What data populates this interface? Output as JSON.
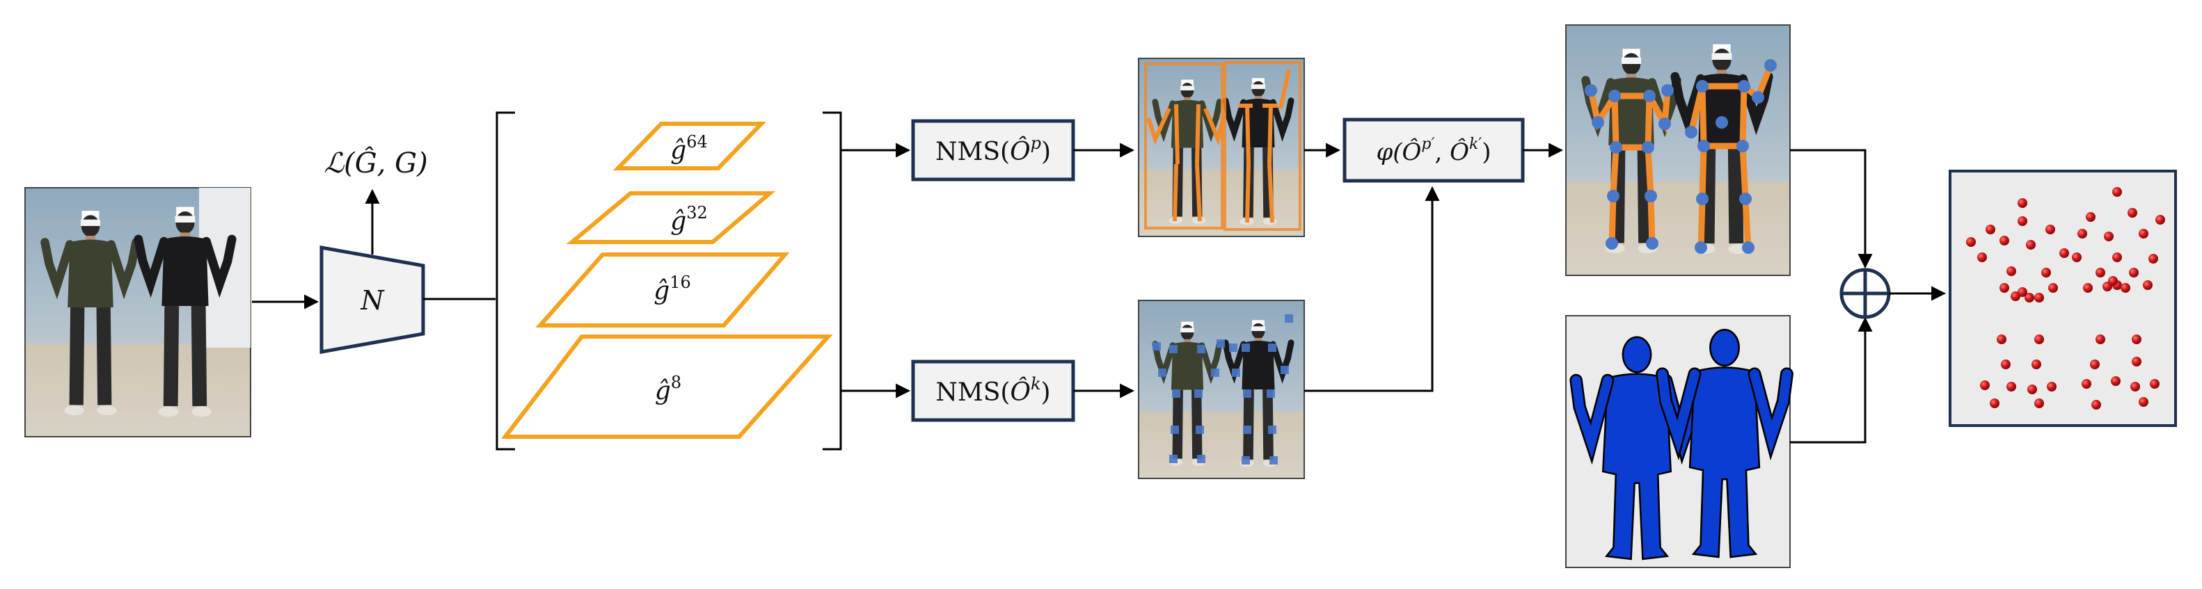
{
  "labels": {
    "loss": "ℒ(Ĝ, G)",
    "network": "N",
    "heatmaps": [
      {
        "base": "ĝ",
        "sup": "64"
      },
      {
        "base": "ĝ",
        "sup": "32"
      },
      {
        "base": "ĝ",
        "sup": "16"
      },
      {
        "base": "ĝ",
        "sup": "8"
      }
    ],
    "nms_parts": {
      "prefix": "NMS(",
      "symbol": "Ô",
      "sup": "p",
      "suffix": ")"
    },
    "nms_keypoints": {
      "prefix": "NMS(",
      "symbol": "Ô",
      "sup": "k",
      "suffix": ")"
    },
    "matching": {
      "func": "φ(",
      "a": "Ô",
      "a_sup": "p′",
      "sep": ", ",
      "b": "Ô",
      "b_sup": "k′",
      "suffix": ")"
    }
  },
  "colors": {
    "box_border": "#1f3050",
    "box_fill": "#f2f2f2",
    "heatmap_orange": "#f5a21e",
    "bone_orange": "#f08a2a",
    "joint_blue": "#4a78c8",
    "silhouette_blue": "#0b3ed0",
    "marker_red": "#c81414",
    "arrow": "#000000"
  },
  "icons": {
    "fusion": "circled-plus-icon"
  }
}
